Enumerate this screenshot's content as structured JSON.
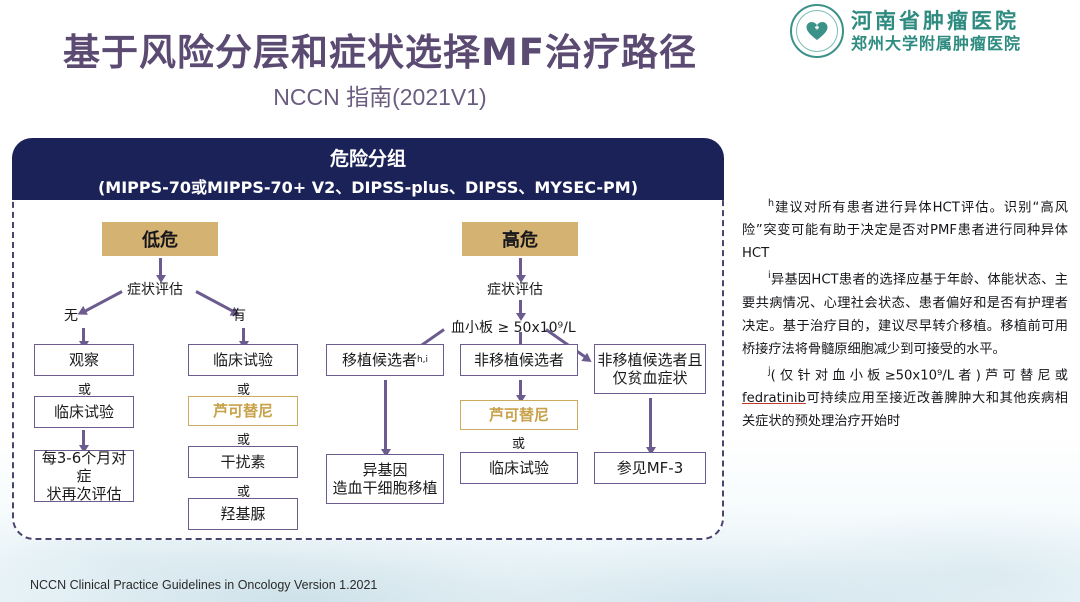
{
  "header": {
    "title": "基于风险分层和症状选择MF治疗路径",
    "subtitle": "NCCN 指南(2021V1)",
    "logo_line1": "河南省肿瘤医院",
    "logo_line2": "郑州大学附属肿瘤医院",
    "logo_icon": "hospital-heart-emblem"
  },
  "banner": {
    "title": "危险分组",
    "subtitle": "(MIPPS-70或MIPPS-70+ V2、DIPSS-plus、DIPSS、MYSEC-PM)"
  },
  "flow": {
    "low_risk": {
      "tag": "低危",
      "assessment": "症状评估",
      "branch_no": "无",
      "branch_yes": "有",
      "no_path": [
        "观察",
        "临床试验",
        "每3-6个月对症\n状再次评估"
      ],
      "no_path_boxes": [
        {
          "label": "观察",
          "style": "plain"
        },
        {
          "label": "临床试验",
          "style": "plain"
        },
        {
          "label": "每3-6个月对症状再次评估",
          "style": "plain"
        }
      ],
      "yes_path_boxes": [
        {
          "label": "临床试验",
          "style": "plain"
        },
        {
          "label": "芦可替尼",
          "style": "gold"
        },
        {
          "label": "干扰素",
          "style": "plain"
        },
        {
          "label": "羟基脲",
          "style": "plain"
        }
      ],
      "or_label": "或"
    },
    "high_risk": {
      "tag": "高危",
      "assessment": "症状评估",
      "platelet": "血小板 ≥ 50x10⁹/L",
      "columns": [
        {
          "top": "移植候选者",
          "top_sup": "h,i",
          "bottom": "异基因\n造血干细胞移植"
        },
        {
          "top": "非移植候选者",
          "mid": "芦可替尼",
          "mid_style": "gold",
          "or_label": "或",
          "bottom": "临床试验"
        },
        {
          "top": "非移植候选者且\n仅贫血症状",
          "bottom": "参见MF-3"
        }
      ]
    }
  },
  "notes": [
    {
      "marker": "h",
      "text": "建议对所有患者进行异体HCT评估。识别“高风险”突变可能有助于决定是否对PMF患者进行同种异体HCT"
    },
    {
      "marker": "i",
      "text": "异基因HCT患者的选择应基于年龄、体能状态、主要共病情况、心理社会状态、患者偏好和是否有护理者决定。基于治疗目的，建议尽早转介移植。移植前可用桥接疗法将骨髓原细胞减少到可接受的水平。"
    },
    {
      "marker": "j",
      "text_prefix": "(仅针对血小板≥50x10⁹/L者)芦可替尼或",
      "text_underline": "fedratinib",
      "text_suffix": "可持续应用至接近改善脾肿大和其他疾病相关症状的预处理治疗开始时"
    }
  ],
  "footer": "NCCN Clinical Practice Guidelines in Oncology Version 1.2021",
  "colors": {
    "title": "#5b4a72",
    "banner_bg": "#1b2258",
    "tag_bg": "#d4b272",
    "node_border": "#6b5b8f",
    "gold_border": "#cbab5e",
    "gold_text": "#c7a24a",
    "logo": "#2e8b80"
  }
}
